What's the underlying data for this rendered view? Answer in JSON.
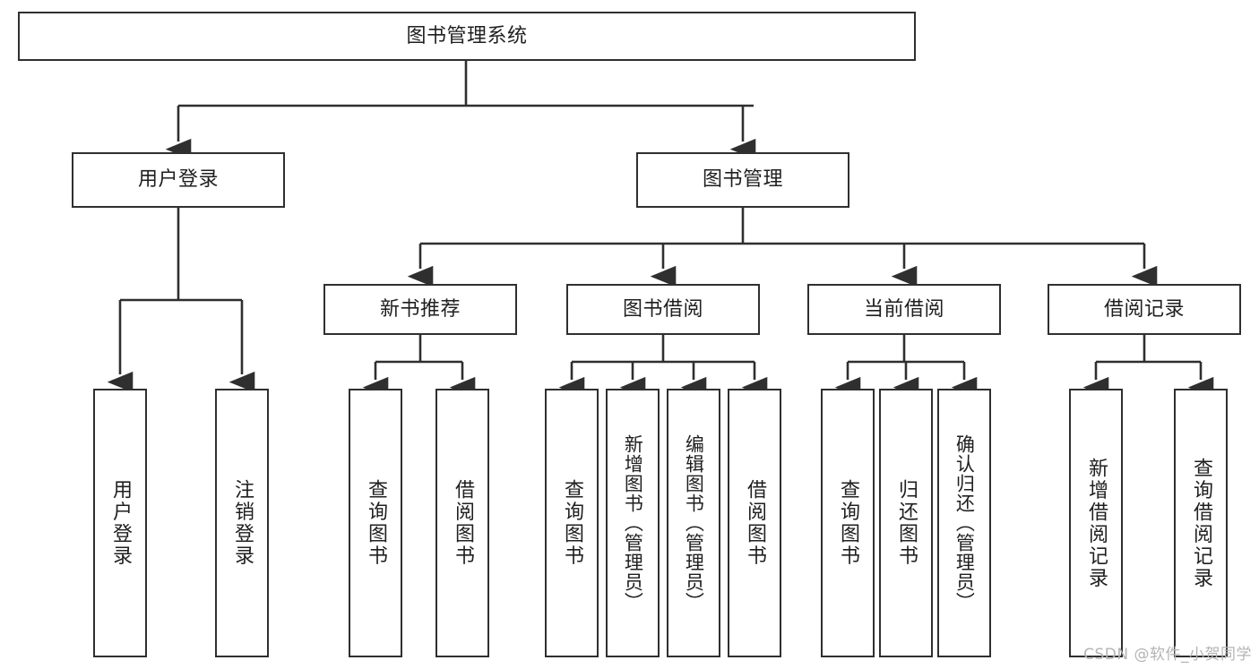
{
  "diagram": {
    "title": "图书管理系统",
    "type": "tree",
    "watermark": "CSDN @软件_小贺同学",
    "colors": {
      "node_border": "#2f2f2f",
      "node_fill": "#ffffff",
      "connector": "#2f2f2f",
      "text": "#1f1f1f",
      "watermark": "#b4b4b4",
      "background": "#ffffff"
    },
    "root": {
      "label": "图书管理系统"
    },
    "level2": [
      {
        "label": "用户登录"
      },
      {
        "label": "图书管理"
      }
    ],
    "level3": [
      {
        "label": "新书推荐"
      },
      {
        "label": "图书借阅"
      },
      {
        "label": "当前借阅"
      },
      {
        "label": "借阅记录"
      }
    ],
    "leaves": {
      "user_login": [
        {
          "label": "用户登录"
        },
        {
          "label": "注销登录"
        }
      ],
      "new_book_recommend": [
        {
          "label": "查询图书"
        },
        {
          "label": "借阅图书"
        }
      ],
      "book_borrow": [
        {
          "label": "查询图书"
        },
        {
          "label": "新增图书（管理员）"
        },
        {
          "label": "编辑图书（管理员）"
        },
        {
          "label": "借阅图书"
        }
      ],
      "current_borrow": [
        {
          "label": "查询图书"
        },
        {
          "label": "归还图书"
        },
        {
          "label": "确认归还（管理员）"
        }
      ],
      "borrow_record": [
        {
          "label": "新增借阅记录"
        },
        {
          "label": "查询借阅记录"
        }
      ]
    }
  }
}
